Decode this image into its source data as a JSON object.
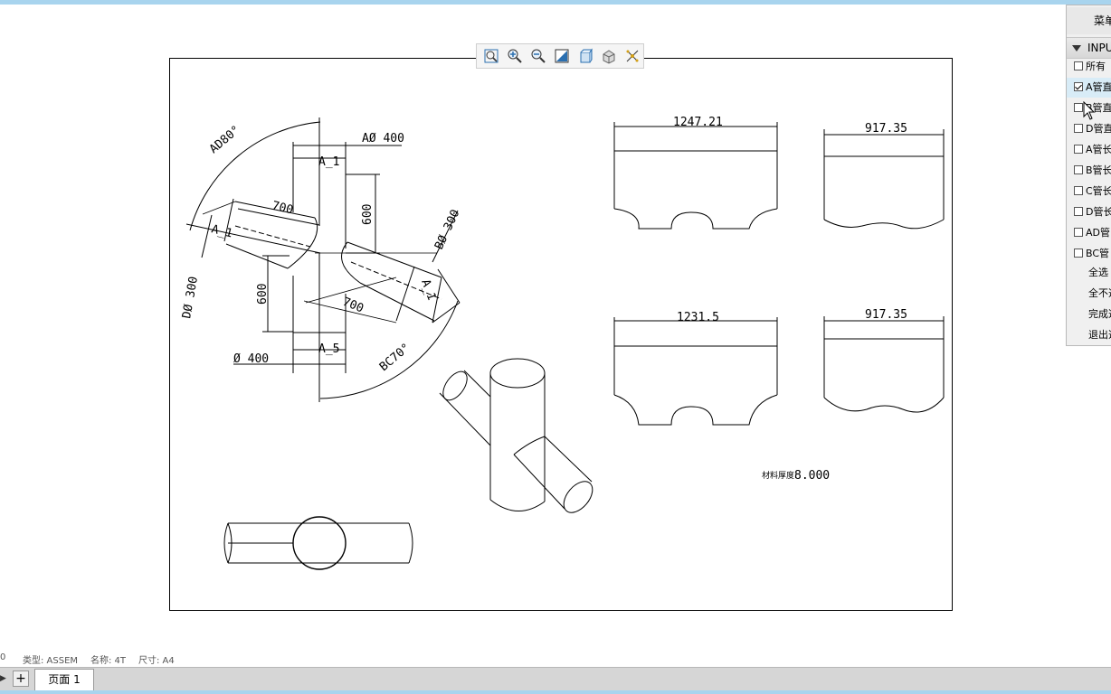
{
  "toolbar": {
    "buttons": [
      "zoom-fit",
      "zoom-in",
      "zoom-out",
      "repaint",
      "view-3d",
      "view-shade",
      "spin-center"
    ]
  },
  "drawing": {
    "dims": {
      "angle_ad": "AD80°",
      "dia_a": "AØ 400",
      "label_a1_top": "A_1",
      "dim_600_v": "600",
      "dim_700_left": "700",
      "label_a1_left": "A_1",
      "dia_b": "BØ 300",
      "label_a1_right": "A_1",
      "dia_d": "DØ 300",
      "dim_600_lower": "600",
      "dim_700_right": "700",
      "label_a5": "A_5",
      "dia_400": "Ø 400",
      "angle_bc": "BC70°"
    },
    "flats": {
      "flat1": "1247.21",
      "flat2": "917.35",
      "flat3": "1231.5",
      "flat4": "917.35"
    },
    "material": {
      "label": "材料厚度:",
      "value": "8.000"
    }
  },
  "menu": {
    "title": "菜单",
    "section": "INPUT",
    "items": [
      {
        "label": "所有",
        "checked": false
      },
      {
        "label": "A管直",
        "checked": true
      },
      {
        "label": "B管直",
        "checked": false
      },
      {
        "label": "D管直",
        "checked": false
      },
      {
        "label": "A管长",
        "checked": false
      },
      {
        "label": "B管长",
        "checked": false
      },
      {
        "label": "C管长",
        "checked": false
      },
      {
        "label": "D管长",
        "checked": false
      },
      {
        "label": "AD管",
        "checked": false
      },
      {
        "label": "BC管",
        "checked": false
      }
    ],
    "commands": [
      "全选",
      "全不选",
      "完成选",
      "退出选"
    ]
  },
  "status": {
    "prefix": "0",
    "type": "类型: ASSEM",
    "name": "名称: 4T",
    "size": "尺寸: A4"
  },
  "tabs": {
    "add": "+",
    "page": "页面 1"
  }
}
